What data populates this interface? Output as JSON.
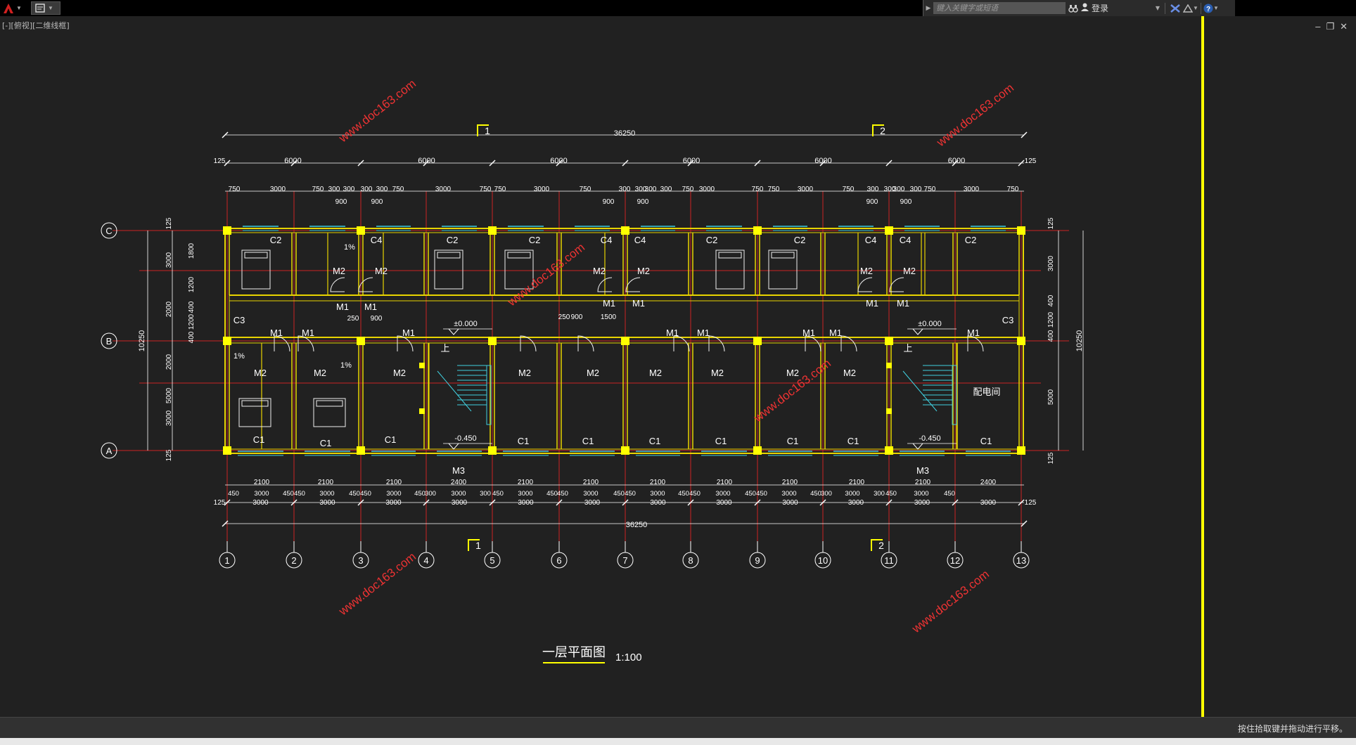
{
  "toolbar": {
    "search_placeholder": "键入关键字或短语",
    "login_label": "登录"
  },
  "viewport_label": "[-][俯视][二维线框]",
  "status_text": "按住拾取键并拖动进行平移。",
  "watermark": "www.doc163.com",
  "drawing": {
    "title": "一层平面图",
    "scale": "1:100",
    "total_length": "36250",
    "total_depth": "10250",
    "section_marks": [
      "1",
      "2"
    ],
    "grid_numbers": [
      "1",
      "2",
      "3",
      "4",
      "5",
      "6",
      "7",
      "8",
      "9",
      "10",
      "11",
      "12",
      "13"
    ],
    "grid_letters": [
      "C",
      "B",
      "A"
    ],
    "top_bay_dims": [
      "6000",
      "6000",
      "6000",
      "6000",
      "6000",
      "6000"
    ],
    "edge_dim": "125",
    "top_detail_dims": [
      "750",
      "3000",
      "750",
      "300",
      "300",
      "300",
      "300",
      "750",
      "3000",
      "750",
      "750",
      "3000",
      "750",
      "300",
      "300",
      "300",
      "300",
      "750",
      "3000",
      "750",
      "750",
      "3000",
      "750",
      "300",
      "300",
      "300",
      "300",
      "750",
      "3000",
      "750"
    ],
    "top_sub_dims": [
      "900",
      "900",
      "900",
      "900",
      "900",
      "900"
    ],
    "bottom_window_dims": [
      "2100",
      "2100",
      "2100",
      "2400",
      "2100",
      "2100",
      "2100",
      "2100",
      "2100",
      "2100",
      "2100",
      "2400",
      "2100"
    ],
    "bottom_detail_dims": [
      "450",
      "3000",
      "450",
      "450",
      "3000",
      "450",
      "450",
      "3000",
      "450",
      "300",
      "3000",
      "300",
      "450",
      "3000",
      "450",
      "450",
      "3000",
      "450",
      "450",
      "3000",
      "450",
      "450",
      "3000",
      "450",
      "450",
      "3000",
      "450",
      "300",
      "3000",
      "300",
      "450",
      "3000",
      "450"
    ],
    "left_dims": [
      "125",
      "3000",
      "2000",
      "2000",
      "5000",
      "3000",
      "125"
    ],
    "left_sub_dims": [
      "1800",
      "1200",
      "400",
      "1200",
      "400"
    ],
    "right_dims": [
      "125",
      "3000",
      "400",
      "1200",
      "400",
      "5000",
      "125"
    ],
    "mid_dims": [
      "250",
      "900",
      "1500"
    ],
    "levels": [
      "±0.000",
      "±0.000",
      "-0.450",
      "-0.450"
    ],
    "room_labels": {
      "windows": [
        "C1",
        "C2",
        "C3",
        "C4"
      ],
      "doors": [
        "M1",
        "M2",
        "M3"
      ],
      "stair_up": "上",
      "slope": "1%",
      "power_room": "配电间"
    }
  }
}
